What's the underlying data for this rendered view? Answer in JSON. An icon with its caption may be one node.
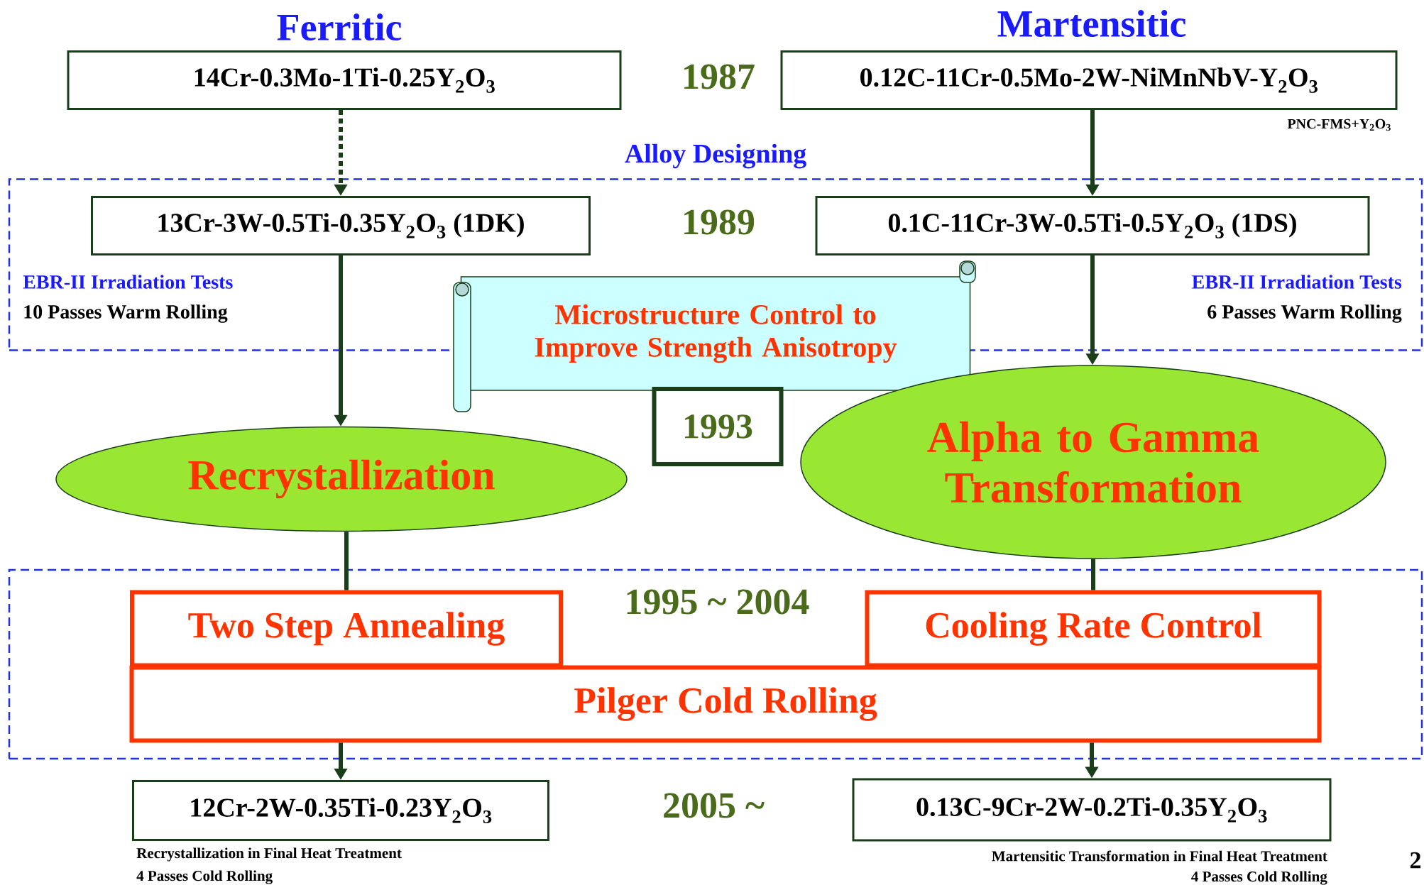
{
  "diagram": {
    "nodes": [
      {
        "text": [
          "14Cr-0.3Mo-1Ti-0.25Y$_{2}$O$_{3}$"
        ]
      },
      {
        "text": [
          "0.12C-11Cr-0.5Mo-2W-NiMnNbV-Y$_{2}$O$_{3}$"
        ],
        "beside": [
          "PNC-FMS+Y$_{2}$O$_{3}$"
        ]
      },
      {
        "text": [
          "Alloy Designing"
        ]
      },
      {
        "text": [
          "13Cr-3W-0.5Ti-0.35Y$_{2}$O$_{3}$ (1DK)"
        ],
        "in": 2,
        "beside": [
          "EBR-II Irradiation Tests",
          "10 Passes Warm Rolling"
        ]
      },
      {
        "text": [
          "0.1C-11Cr-3W-0.5Ti-0.5Y$_{2}$O$_{3}$ (1DS)"
        ],
        "in": 2,
        "beside": [
          "EBR-II Irradiation Tests",
          "6 Passes Warm Rolling"
        ]
      },
      {
        "text": [
          "Microstructure Control to Improve Strength Anisotropy"
        ]
      },
      {
        "text": [
          "1993"
        ]
      },
      {
        "text": [
          "Recrystallization"
        ]
      },
      {
        "text": [
          "Alpha to Gamma Transformation"
        ]
      },
      {
        "text": [],
        "shape": "box"
      },
      {
        "text": [
          "Two Step Annealing"
        ],
        "in": 9
      },
      {
        "text": [
          "Cooling Rate Control"
        ],
        "in": 9
      },
      {
        "text": [
          "Pilger Cold Rolling"
        ],
        "in": 9
      },
      {
        "text": [
          "12Cr-2W-0.35Ti-0.23Y$_{2}$O$_{3}$"
        ],
        "beside": [
          "Recrystallization in Final Heat Treatment",
          "4 Passes Cold Rolling"
        ]
      },
      {
        "text": [
          "0.13C-9Cr-2W-0.2Ti-0.35Y$_{2}$O$_{3}$"
        ],
        "beside": [
          "Martensitic Transformation in Final Heat Treatment",
          "4 Passes Cold Rolling"
        ]
      }
    ],
    "edges": [
      {
        "from": 0,
        "to": 3,
        "arrow": "to",
        "style": "dashed"
      },
      {
        "from": 1,
        "to": 4,
        "arrow": "to"
      },
      {
        "from": 3,
        "to": 7,
        "arrow": "to"
      },
      {
        "from": 4,
        "to": 8,
        "arrow": "to"
      },
      {
        "from": 7,
        "to": 10,
        "arrow": "none"
      },
      {
        "from": 8,
        "to": 11,
        "arrow": "none"
      },
      {
        "from": 12,
        "to": 13,
        "arrow": "to"
      },
      {
        "from": 12,
        "to": 14,
        "arrow": "to"
      }
    ],
    "labels": [
      "Ferritic",
      "Martensitic",
      "1987",
      "1989",
      "1995 ~ 2004",
      "2005 ~",
      "2"
    ]
  }
}
